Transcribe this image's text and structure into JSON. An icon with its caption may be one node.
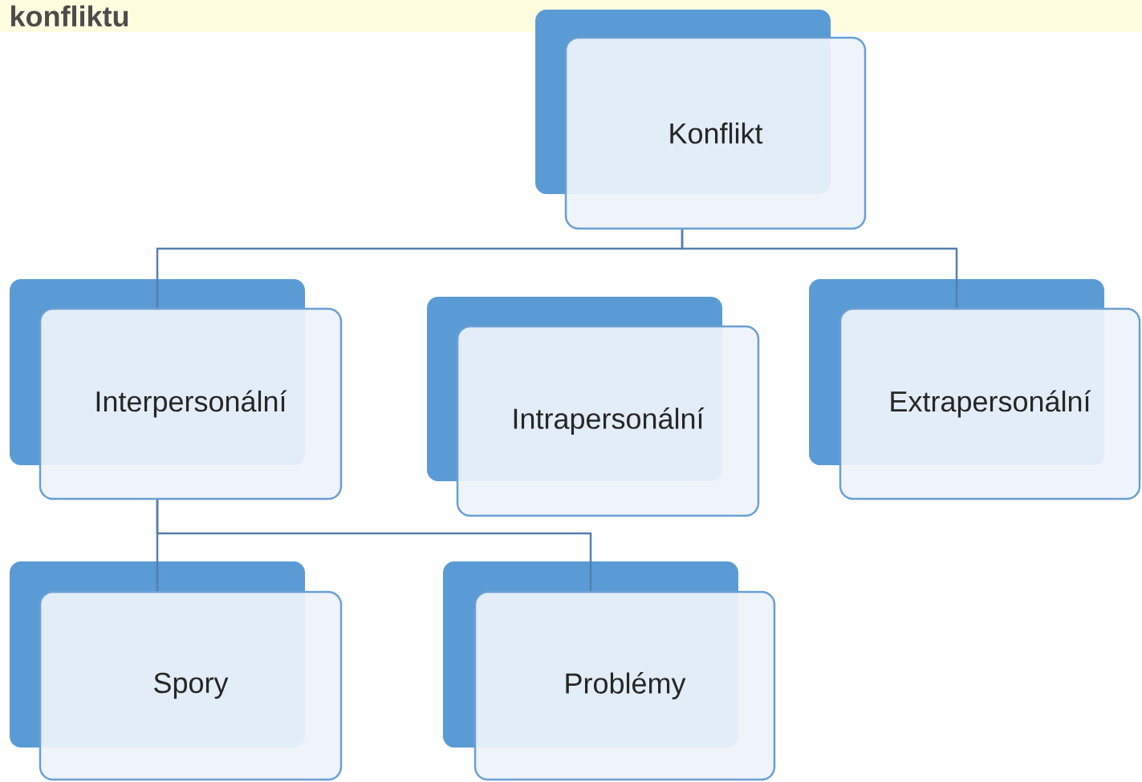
{
  "diagram": {
    "title": "konfliktu",
    "nodes": [
      {
        "text": [
          "Konflikt"
        ]
      },
      {
        "text": [
          "Interpersonální"
        ]
      },
      {
        "text": [
          "Intrapersonální"
        ]
      },
      {
        "text": [
          "Extrapersonální"
        ]
      },
      {
        "text": [
          "Spory"
        ]
      },
      {
        "text": [
          "Problémy"
        ]
      }
    ],
    "edges": [
      {
        "from": 0,
        "to": 1,
        "arrow": "none"
      },
      {
        "from": 0,
        "to": 3,
        "arrow": "none"
      },
      {
        "from": 1,
        "to": 4,
        "arrow": "none"
      },
      {
        "from": 1,
        "to": 5,
        "arrow": "none"
      }
    ]
  }
}
